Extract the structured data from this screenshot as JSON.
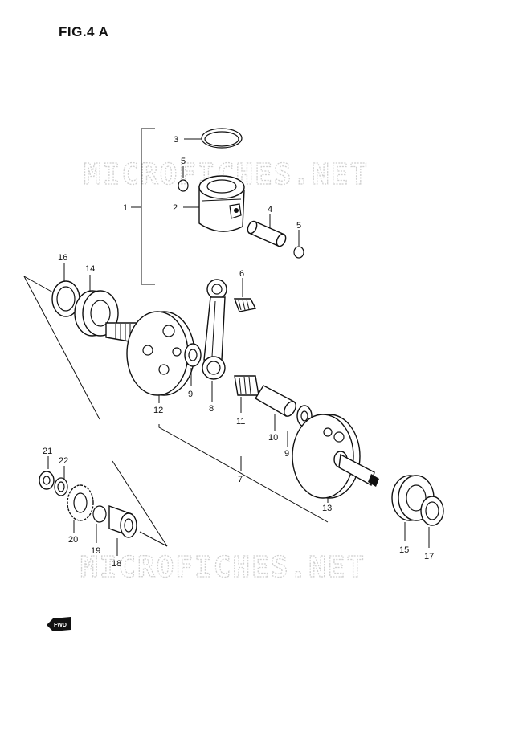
{
  "figure": {
    "title": "FIG.4 A"
  },
  "watermarks": [
    "MICROFICHES.NET",
    "MICROFICHES.NET"
  ],
  "direction_badge": {
    "label": "FWD"
  },
  "callouts": [
    {
      "id": "c1",
      "label": "1"
    },
    {
      "id": "c2",
      "label": "2"
    },
    {
      "id": "c3",
      "label": "3"
    },
    {
      "id": "c4",
      "label": "4"
    },
    {
      "id": "c5a",
      "label": "5"
    },
    {
      "id": "c5b",
      "label": "5"
    },
    {
      "id": "c6",
      "label": "6"
    },
    {
      "id": "c7",
      "label": "7"
    },
    {
      "id": "c8",
      "label": "8"
    },
    {
      "id": "c9a",
      "label": "9"
    },
    {
      "id": "c9b",
      "label": "9"
    },
    {
      "id": "c10",
      "label": "10"
    },
    {
      "id": "c11",
      "label": "11"
    },
    {
      "id": "c12",
      "label": "12"
    },
    {
      "id": "c13",
      "label": "13"
    },
    {
      "id": "c14",
      "label": "14"
    },
    {
      "id": "c15",
      "label": "15"
    },
    {
      "id": "c16",
      "label": "16"
    },
    {
      "id": "c17",
      "label": "17"
    },
    {
      "id": "c18",
      "label": "18"
    },
    {
      "id": "c19",
      "label": "19"
    },
    {
      "id": "c20",
      "label": "20"
    },
    {
      "id": "c21",
      "label": "21"
    },
    {
      "id": "c22",
      "label": "22"
    }
  ]
}
